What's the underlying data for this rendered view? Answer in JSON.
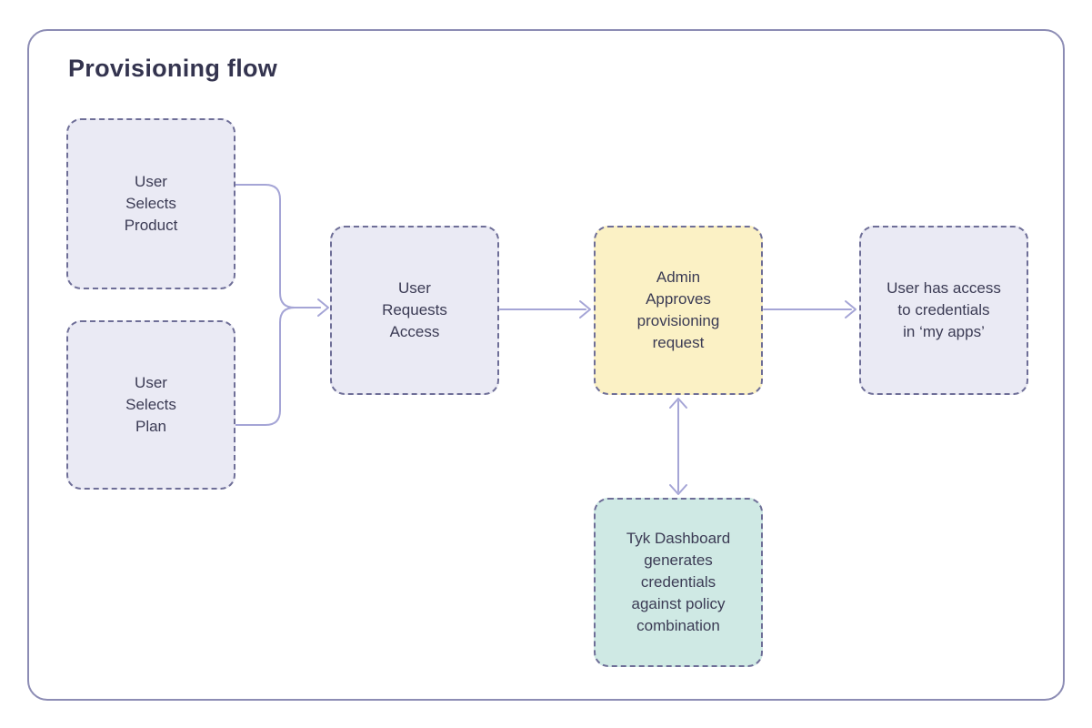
{
  "title": "Provisioning flow",
  "colors": {
    "frame_border": "#8c8cb4",
    "node_border": "#6e6e97",
    "lavender_fill": "#eaeaf4",
    "yellow_fill": "#fbf1c5",
    "teal_fill": "#cfe9e4",
    "arrow": "#a5a5d6",
    "node_text": "#3b3b54",
    "title_text": "#34344f"
  },
  "nodes": [
    {
      "id": "user-selects-product",
      "label": "User\nSelects\nProduct",
      "variant": "lavender"
    },
    {
      "id": "user-selects-plan",
      "label": "User\nSelects\nPlan",
      "variant": "lavender"
    },
    {
      "id": "user-requests-access",
      "label": "User\nRequests\nAccess",
      "variant": "lavender"
    },
    {
      "id": "admin-approves",
      "label": "Admin\nApproves\nprovisioning\nrequest",
      "variant": "yellow"
    },
    {
      "id": "user-has-access",
      "label": "User has access\nto credentials\nin ‘my apps’",
      "variant": "lavender"
    },
    {
      "id": "tyk-dashboard",
      "label": "Tyk Dashboard\ngenerates\ncredentials\nagainst policy\ncombination",
      "variant": "teal"
    }
  ],
  "edges": [
    {
      "from": "user-selects-product",
      "to": "user-requests-access",
      "type": "merge-arrow"
    },
    {
      "from": "user-selects-plan",
      "to": "user-requests-access",
      "type": "merge-arrow"
    },
    {
      "from": "user-requests-access",
      "to": "admin-approves",
      "type": "arrow"
    },
    {
      "from": "admin-approves",
      "to": "user-has-access",
      "type": "arrow"
    },
    {
      "from": "admin-approves",
      "to": "tyk-dashboard",
      "type": "bidirectional-arrow"
    }
  ]
}
